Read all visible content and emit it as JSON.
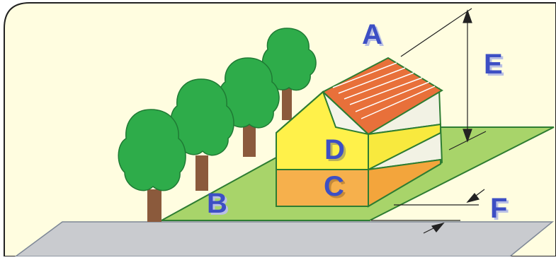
{
  "labels": {
    "a": "A",
    "b": "B",
    "c": "C",
    "d": "D",
    "e": "E",
    "f": "F"
  },
  "colors": {
    "background": "#fffde0",
    "frame": "#222222",
    "road": "#c9cbcf",
    "lawn": "#a8d46a",
    "lawn_edge": "#2e7d32",
    "roof": "#e8703a",
    "roof_stripe": "#ffffff",
    "wall": "#f4f4ea",
    "floor_upper": "#fff14a",
    "floor_lower": "#f6b04c",
    "tree": "#2eac4a",
    "trunk": "#8b5a3c",
    "label": "#3d4fc4",
    "label_shadow": "#b9bfe4"
  }
}
